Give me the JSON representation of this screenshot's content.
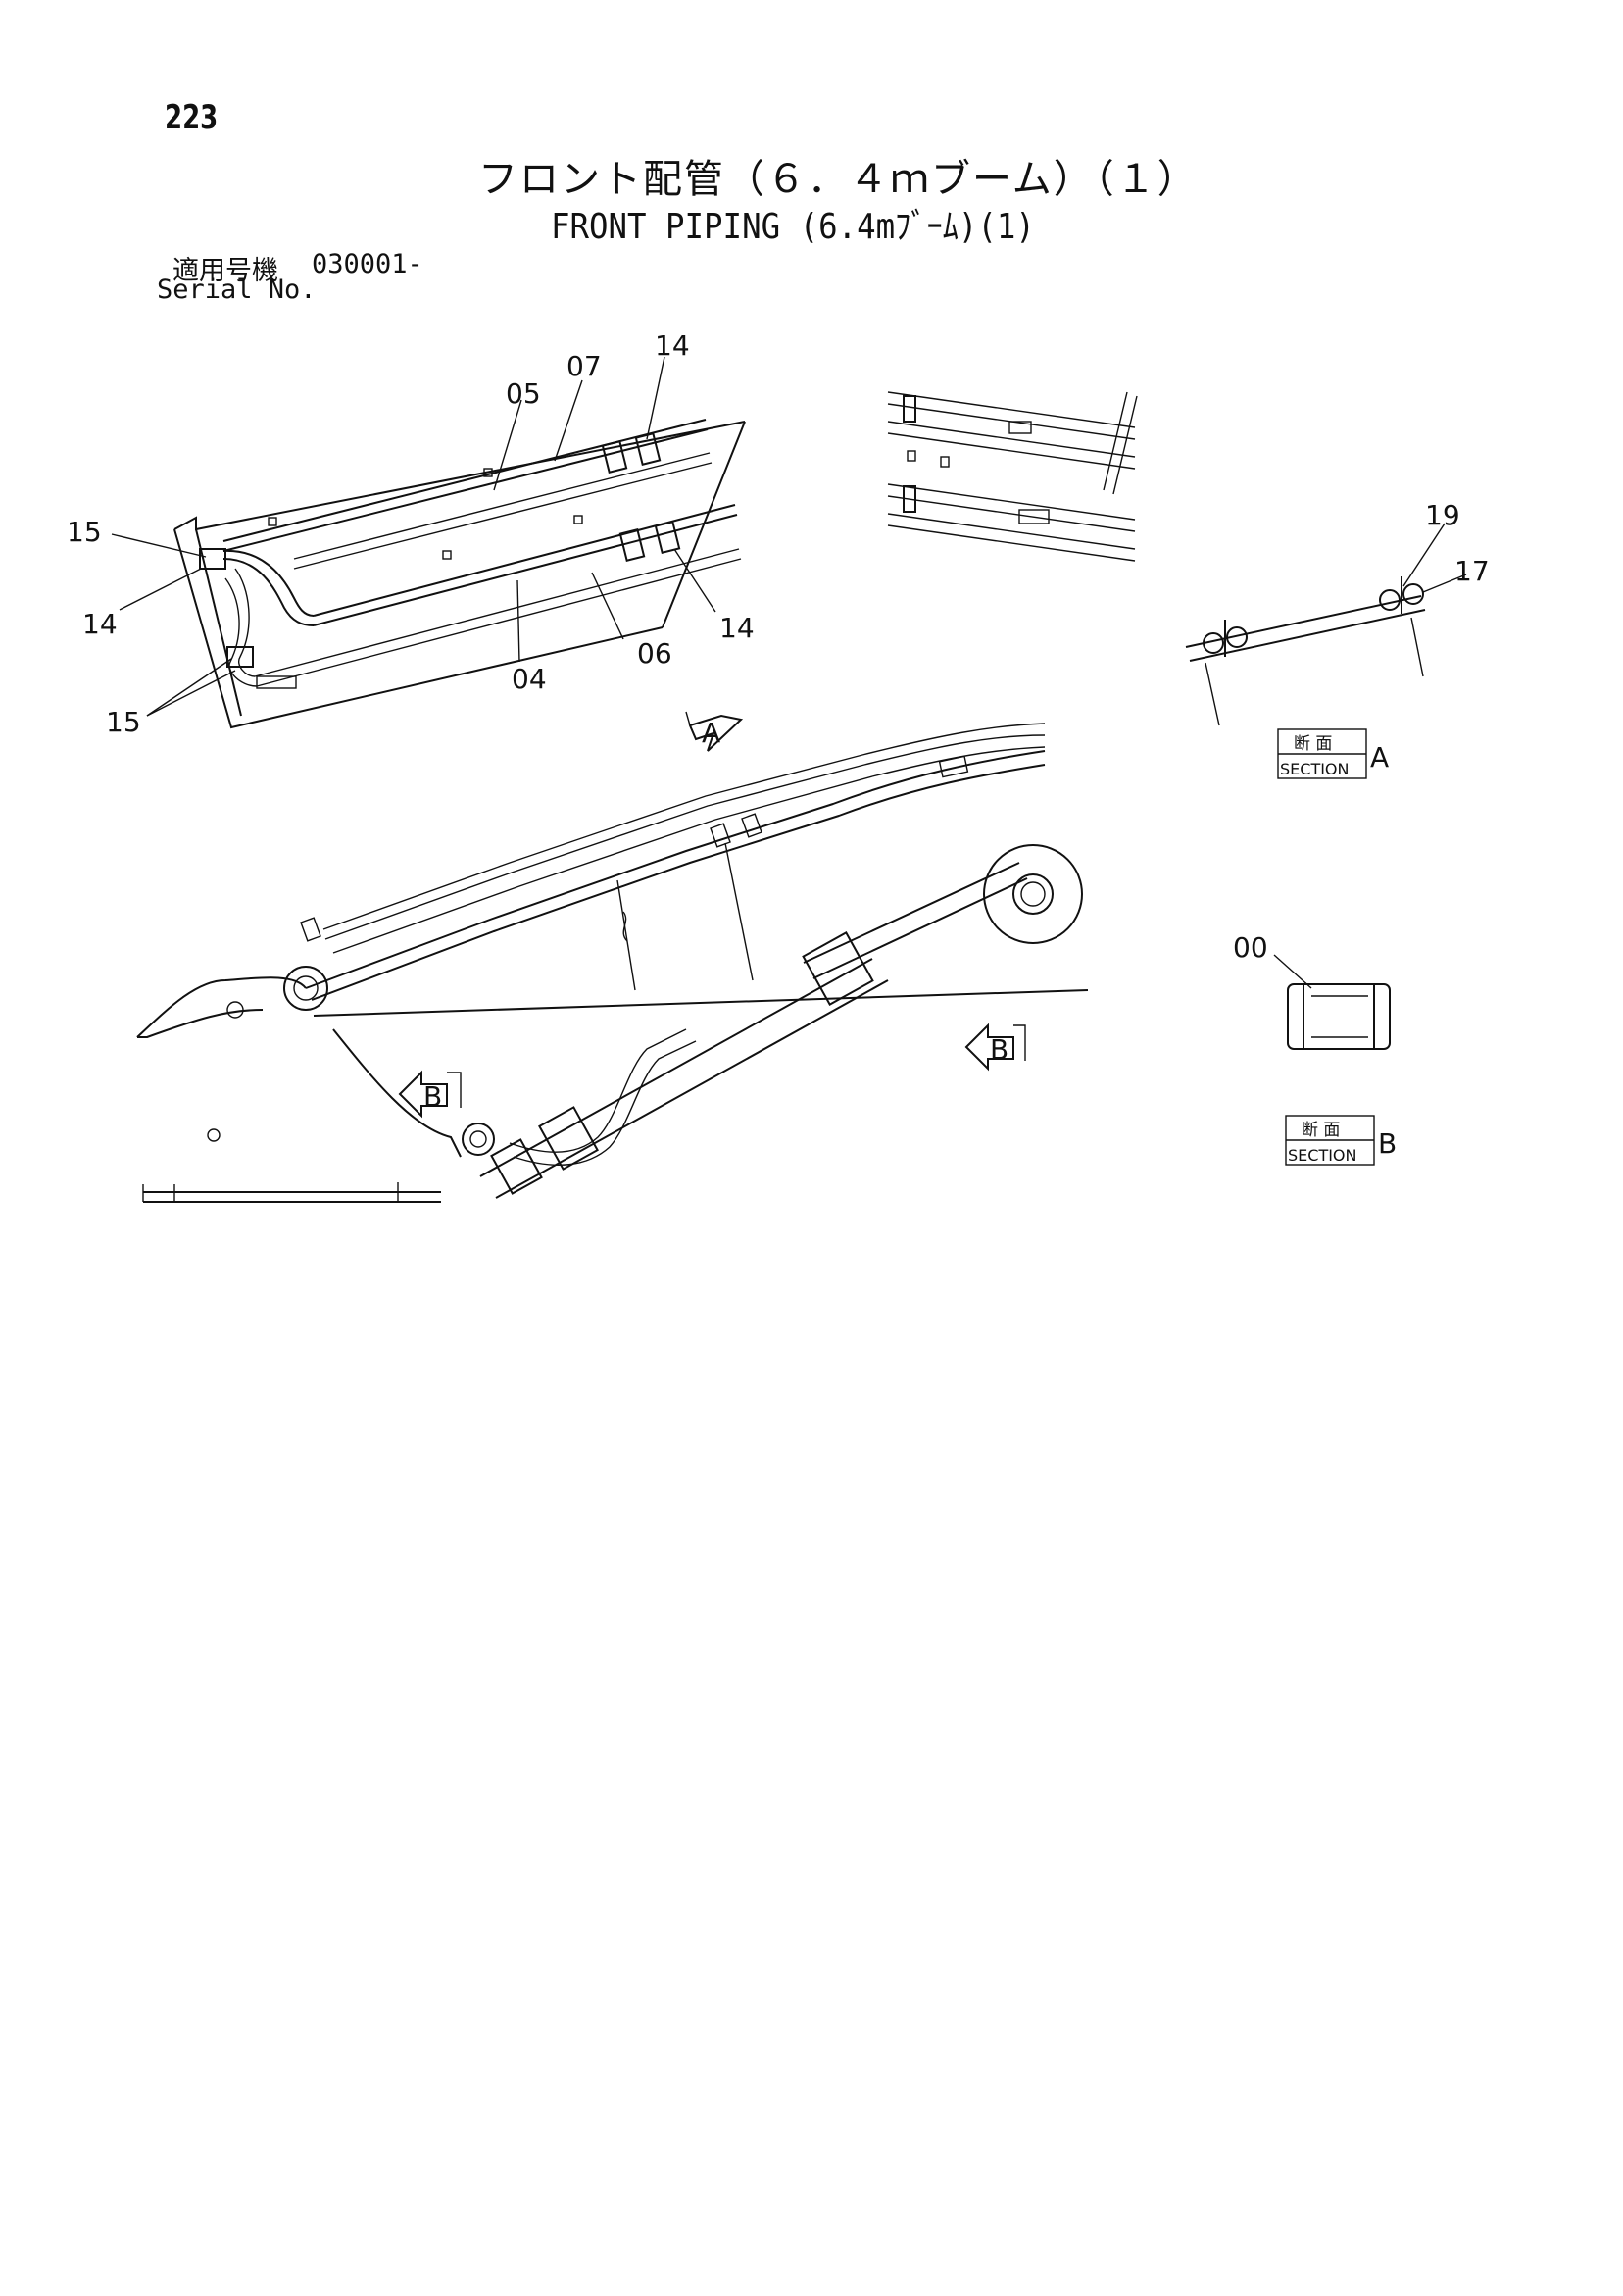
{
  "page_number": "223",
  "title_jp": "フロント配管（６．４ｍブーム）（１）",
  "title_en": "FRONT PIPING (6.4mﾌﾞｰﾑ)(1)",
  "serial": {
    "label_jp": "適用号機",
    "label_en": "Serial No.",
    "value": "030001-"
  },
  "callouts": {
    "c05": "05",
    "c07": "07",
    "c14_top": "14",
    "c15_left": "15",
    "c14_left": "14",
    "c14_right": "14",
    "c04": "04",
    "c06": "06",
    "c15_bottom": "15",
    "c19": "19",
    "c17": "17",
    "c00": "00"
  },
  "view_markers": {
    "a": "A",
    "b_left": "B",
    "b_right": "B"
  },
  "section_a": {
    "jp": "断 面",
    "en": "SECTION",
    "letter": "A"
  },
  "section_b": {
    "jp": "断 面",
    "en": "SECTION",
    "letter": "B"
  }
}
